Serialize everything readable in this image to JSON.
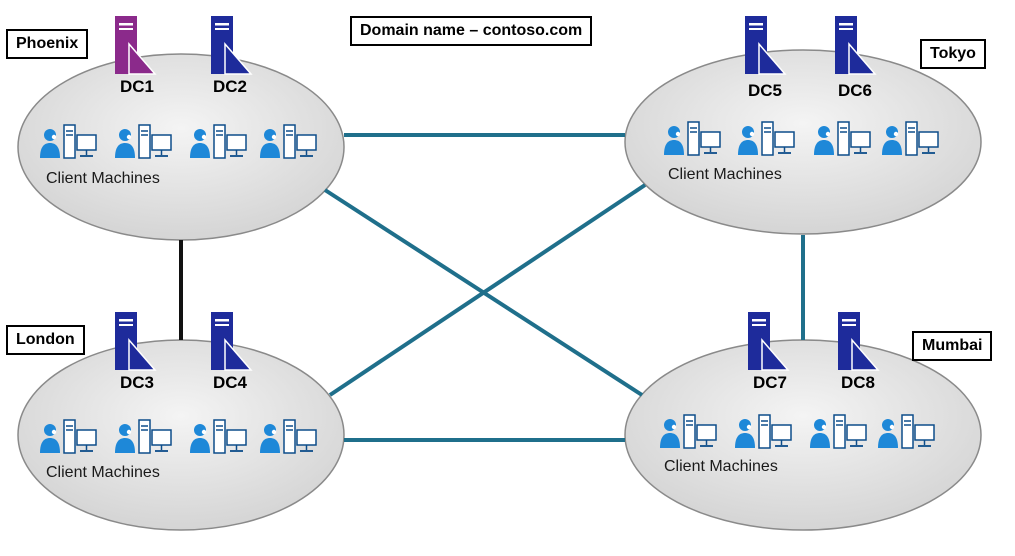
{
  "title": "Domain name – contoso.com",
  "sites": [
    {
      "name": "Phoenix",
      "client_label": "Client Machines",
      "dcs": [
        {
          "label": "DC1",
          "color": "#8B2A8B"
        },
        {
          "label": "DC2",
          "color": "#1E2B9B"
        }
      ]
    },
    {
      "name": "Tokyo",
      "client_label": "Client Machines",
      "dcs": [
        {
          "label": "DC5",
          "color": "#1E2B9B"
        },
        {
          "label": "DC6",
          "color": "#1E2B9B"
        }
      ]
    },
    {
      "name": "London",
      "client_label": "Client Machines",
      "dcs": [
        {
          "label": "DC3",
          "color": "#1E2B9B"
        },
        {
          "label": "DC4",
          "color": "#1E2B9B"
        }
      ]
    },
    {
      "name": "Mumbai",
      "client_label": "Client Machines",
      "dcs": [
        {
          "label": "DC7",
          "color": "#1E2B9B"
        },
        {
          "label": "DC8",
          "color": "#1E2B9B"
        }
      ]
    }
  ],
  "links": [
    {
      "from": "Phoenix",
      "to": "Tokyo",
      "color": "#1F6F8B"
    },
    {
      "from": "Phoenix",
      "to": "Mumbai",
      "color": "#1F6F8B"
    },
    {
      "from": "London",
      "to": "Tokyo",
      "color": "#1F6F8B"
    },
    {
      "from": "London",
      "to": "Mumbai",
      "color": "#1F6F8B"
    },
    {
      "from": "Tokyo",
      "to": "Mumbai",
      "color": "#1F6F8B"
    },
    {
      "from": "Phoenix",
      "to": "London",
      "color": "#111111"
    }
  ],
  "colors": {
    "site_fill": "#DEDEDE",
    "site_stroke": "#8A8A8A",
    "client_icon": "#1E88D8",
    "server_icon": "#1E2B9B"
  },
  "icons": {
    "domain_controller": "server-icon",
    "client": "client-workstation-icon"
  }
}
